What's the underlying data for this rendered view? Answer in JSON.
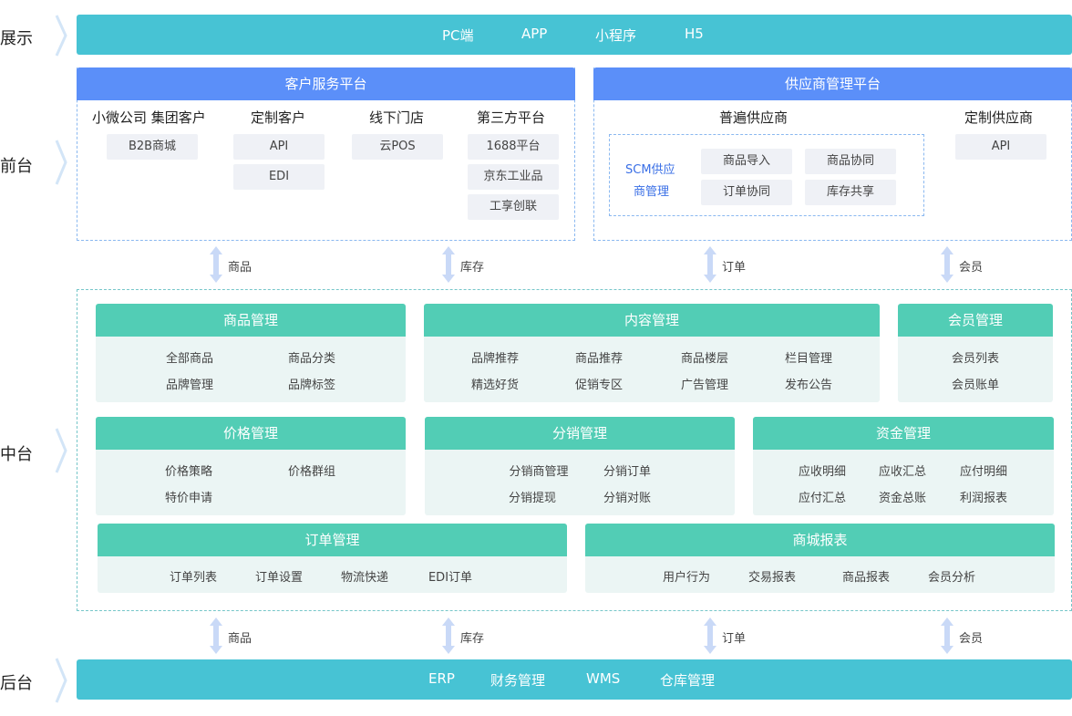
{
  "layers": {
    "display": "展示",
    "front": "前台",
    "middle": "中台",
    "back": "后台"
  },
  "display_bar": [
    "PC端",
    "APP",
    "小程序",
    "H5"
  ],
  "customer_platform": {
    "title": "客户服务平台",
    "columns": [
      {
        "title": "小微公司 集团客户",
        "chips": [
          "B2B商城"
        ]
      },
      {
        "title": "定制客户",
        "chips": [
          "API",
          "EDI"
        ]
      },
      {
        "title": "线下门店",
        "chips": [
          "云POS"
        ]
      },
      {
        "title": "第三方平台",
        "chips": [
          "1688平台",
          "京东工业品",
          "工享创联"
        ]
      }
    ]
  },
  "supplier_platform": {
    "title": "供应商管理平台",
    "general_title": "普遍供应商",
    "scm_label_1": "SCM供应",
    "scm_label_2": "商管理",
    "scm_chips": [
      "商品导入",
      "商品协同",
      "订单协同",
      "库存共享"
    ],
    "custom_title": "定制供应商",
    "custom_chips": [
      "API"
    ]
  },
  "arrows": [
    "商品",
    "库存",
    "订单",
    "会员"
  ],
  "modules": {
    "goods": {
      "title": "商品管理",
      "items": [
        "全部商品",
        "商品分类",
        "品牌管理",
        "品牌标签"
      ]
    },
    "content": {
      "title": "内容管理",
      "items": [
        "品牌推荐",
        "商品推荐",
        "商品楼层",
        "栏目管理",
        "精选好货",
        "促销专区",
        "广告管理",
        "发布公告"
      ]
    },
    "member": {
      "title": "会员管理",
      "items": [
        "会员列表",
        "会员账单"
      ]
    },
    "price": {
      "title": "价格管理",
      "items": [
        "价格策略",
        "价格群组",
        "特价申请"
      ]
    },
    "distribution": {
      "title": "分销管理",
      "items": [
        "分销商管理",
        "分销订单",
        "分销提现",
        "分销对账"
      ]
    },
    "funds": {
      "title": "资金管理",
      "items": [
        "应收明细",
        "应收汇总",
        "应付明细",
        "应付汇总",
        "资金总账",
        "利润报表"
      ]
    },
    "order": {
      "title": "订单管理",
      "items": [
        "订单列表",
        "订单设置",
        "物流快递",
        "EDI订单"
      ]
    },
    "report": {
      "title": "商城报表",
      "items": [
        "用户行为",
        "交易报表",
        "商品报表",
        "会员分析"
      ]
    }
  },
  "back_bar": [
    "ERP",
    "财务管理",
    "WMS",
    "仓库管理"
  ],
  "colors": {
    "bar": "#47c3d4",
    "panel_head": "#5b8ff9",
    "module_head": "#52cdb5",
    "module_bg": "#ebf5f4",
    "chip_bg": "#eff1f6",
    "arrow": "#c9d9f7"
  }
}
